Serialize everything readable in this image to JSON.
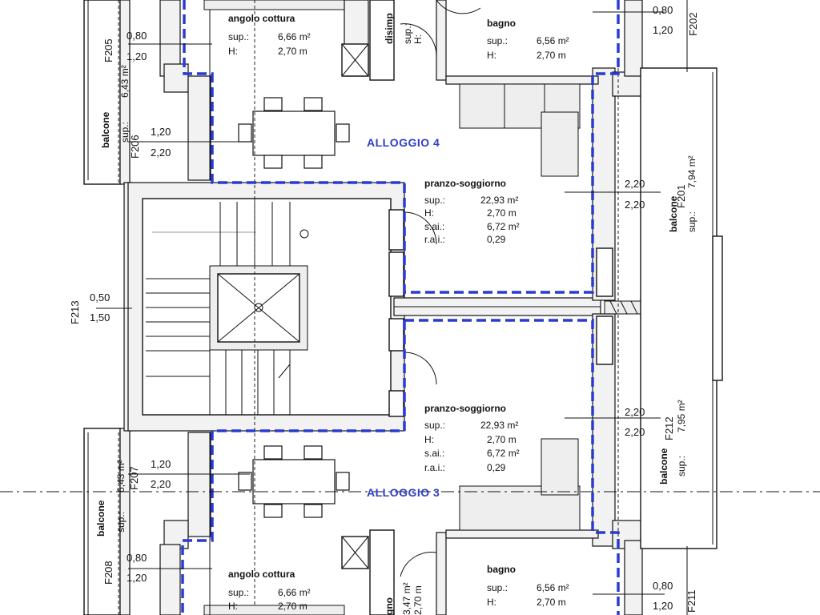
{
  "units": [
    {
      "label": "ALLOGGIO 4"
    },
    {
      "label": "ALLOGGIO 3"
    }
  ],
  "rooms": {
    "angolo_cottura_top": {
      "name": "angolo cottura",
      "sup_label": "sup.:",
      "sup": "6,66 m²",
      "h_label": "H:",
      "h": "2,70 m"
    },
    "bagno_top": {
      "name": "bagno",
      "sup_label": "sup.:",
      "sup": "6,56 m²",
      "h_label": "H:",
      "h": "2,70 m"
    },
    "disimpegno_top": {
      "name": "disimp",
      "sup_label": "sup.:",
      "h_label": "H:"
    },
    "pranzo_top": {
      "name": "pranzo-soggiorno",
      "sup_label": "sup.:",
      "sup": "22,93 m²",
      "h_label": "H:",
      "h": "2,70 m",
      "sai_label": "s.ai.:",
      "sai": "6,72 m²",
      "rai_label": "r.a.i.:",
      "rai": "0,29"
    },
    "pranzo_bottom": {
      "name": "pranzo-soggiorno",
      "sup_label": "sup.:",
      "sup": "22,93 m²",
      "h_label": "H:",
      "h": "2,70 m",
      "sai_label": "s.ai.:",
      "sai": "6,72 m²",
      "rai_label": "r.a.i.:",
      "rai": "0,29"
    },
    "angolo_cottura_bottom": {
      "name": "angolo cottura",
      "sup_label": "sup.:",
      "sup": "6,66 m²",
      "h_label": "H:",
      "h": "2,70 m"
    },
    "bagno_bottom": {
      "name": "bagno",
      "sup_label": "sup.:",
      "sup": "6,56 m²",
      "h_label": "H:",
      "h": "2,70 m"
    },
    "disimpegno_bottom": {
      "name": "gno",
      "sup": "3,47 m²",
      "h": "2,70 m"
    }
  },
  "balconies": {
    "left_top": {
      "name": "balcone",
      "sup_label": "sup.:",
      "sup": "6,43 m²"
    },
    "left_bottom": {
      "name": "balcone",
      "sup_label": "sup.:",
      "sup": "6,43 m²"
    },
    "right_top": {
      "name": "balcone",
      "sup_label": "sup.:",
      "sup": "7,94 m²"
    },
    "right_bottom": {
      "name": "balcone",
      "sup_label": "sup.:",
      "sup": "7,95 m²"
    }
  },
  "windows": [
    {
      "id": "F205",
      "w": "0,80",
      "h": "1,20"
    },
    {
      "id": "F206",
      "w": "1,20",
      "h": "2,20"
    },
    {
      "id": "F202",
      "w": "0,80",
      "h": "1,20"
    },
    {
      "id": "F201",
      "w": "2,20",
      "h": "2,20"
    },
    {
      "id": "F213",
      "w": "0,50",
      "h": "1,50"
    },
    {
      "id": "F212",
      "w": "2,20",
      "h": "2,20"
    },
    {
      "id": "F207",
      "w": "1,20",
      "h": "2,20"
    },
    {
      "id": "F208",
      "w": "0,80",
      "h": "1,20"
    },
    {
      "id": "F211",
      "w": "0,80",
      "h": "1,20"
    }
  ],
  "colors": {
    "unit_outline": "#2a3bd1",
    "lines": "#111111"
  }
}
